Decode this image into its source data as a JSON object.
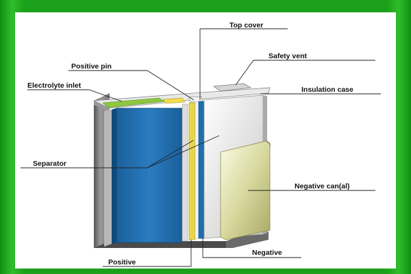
{
  "labels": {
    "top_cover": "Top cover",
    "safety_vent": "Safety vent",
    "positive_pin": "Positive pin",
    "electrolyte_inlet": "Electrolyte inlet",
    "insulation_case": "Insulation case",
    "separator": "Separator",
    "negative_can": "Negative can(al)",
    "negative": "Negative",
    "positive": "Positive"
  },
  "colors": {
    "frame_green": "#1aa01a",
    "positive_plate": "#1f6fb0",
    "separator_yellow": "#e8d64a",
    "electrolyte_inlet": "#8dc63f",
    "negative_can": "#c9c98a",
    "casing": "#8f8f8f"
  }
}
